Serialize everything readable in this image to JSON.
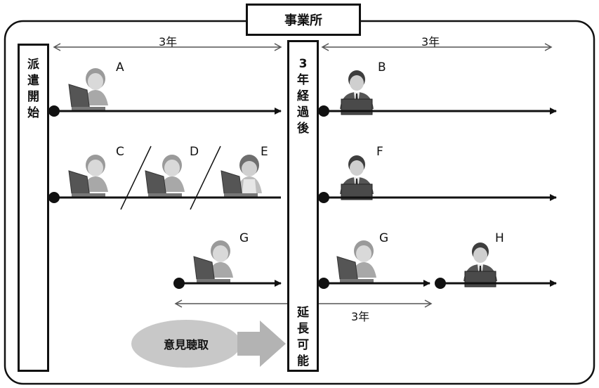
{
  "office_title": "事業所",
  "dispatch_start": [
    "派",
    "遣",
    "開",
    "始"
  ],
  "after_three_years": [
    "3",
    "年",
    "経",
    "過",
    "後"
  ],
  "extension_possible": [
    "延",
    "長",
    "可",
    "能"
  ],
  "period_label_1": "3年",
  "period_label_2": "3年",
  "period_label_3": "3年",
  "opinion_hearing": "意見聴取",
  "workers": {
    "a": "A",
    "b": "B",
    "c": "C",
    "d": "D",
    "e": "E",
    "f": "F",
    "g1": "G",
    "g2": "G",
    "h": "H"
  },
  "colors": {
    "ink": "#111111",
    "bubble": "#c8c8c8",
    "figure": "#8a8a8a"
  }
}
